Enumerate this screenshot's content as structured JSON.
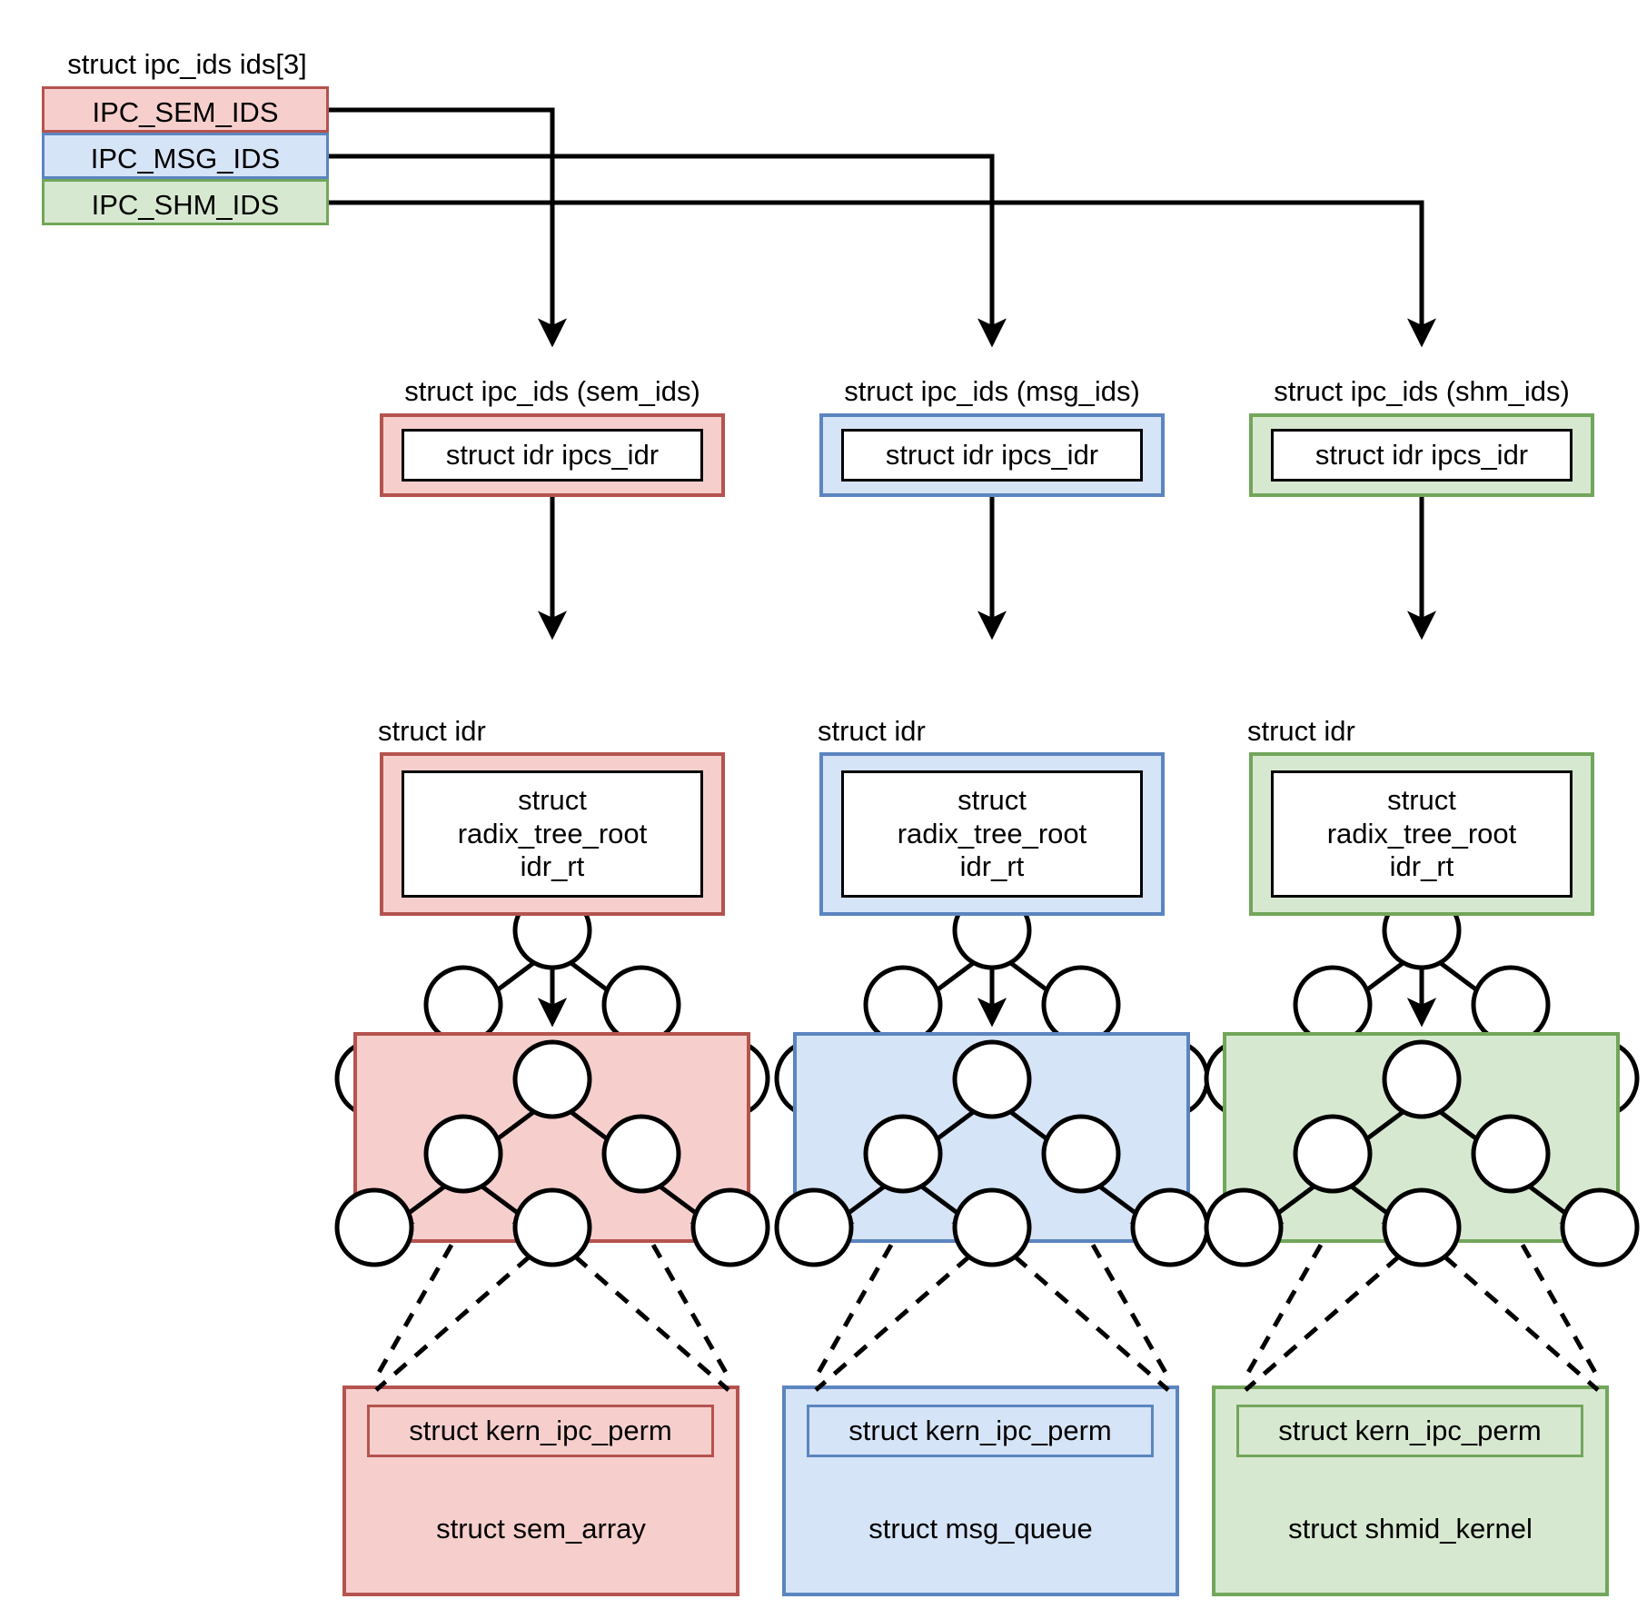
{
  "diagram": {
    "title": "Linux IPC ids/idr/radix-tree structure",
    "colors": {
      "sem_fill": "#f6cfcd",
      "sem_stroke": "#b5534f",
      "msg_fill": "#d6e4f7",
      "msg_stroke": "#5b85c0",
      "shm_fill": "#d7e8d0",
      "shm_stroke": "#72a65b",
      "line": "#000000",
      "node_fill": "#ffffff"
    }
  },
  "ids_table": {
    "caption": "struct ipc_ids ids[3]",
    "rows": [
      {
        "label": "IPC_SEM_IDS",
        "color": "red"
      },
      {
        "label": "IPC_MSG_IDS",
        "color": "blue"
      },
      {
        "label": "IPC_SHM_IDS",
        "color": "green"
      }
    ]
  },
  "columns": [
    {
      "key": "sem",
      "color": "red",
      "ipc_ids_caption": "struct ipc_ids (sem_ids)",
      "ipcs_idr_label": "struct idr ipcs_idr",
      "idr_caption": "struct idr",
      "radix_root_label": "struct\nradix_tree_root\nidr_rt",
      "perm_label": "struct kern_ipc_perm",
      "object_label": "struct sem_array"
    },
    {
      "key": "msg",
      "color": "blue",
      "ipc_ids_caption": "struct ipc_ids (msg_ids)",
      "ipcs_idr_label": "struct idr ipcs_idr",
      "idr_caption": "struct idr",
      "radix_root_label": "struct\nradix_tree_root\nidr_rt",
      "perm_label": "struct kern_ipc_perm",
      "object_label": "struct msg_queue"
    },
    {
      "key": "shm",
      "color": "green",
      "ipc_ids_caption": "struct ipc_ids (shm_ids)",
      "ipcs_idr_label": "struct idr ipcs_idr",
      "idr_caption": "struct idr",
      "radix_root_label": "struct\nradix_tree_root\nidr_rt",
      "perm_label": "struct kern_ipc_perm",
      "object_label": "struct shmid_kernel"
    }
  ],
  "tree": {
    "description": "radix tree with 6 nodes: one root, two children, three leaves",
    "node_count": 6
  }
}
